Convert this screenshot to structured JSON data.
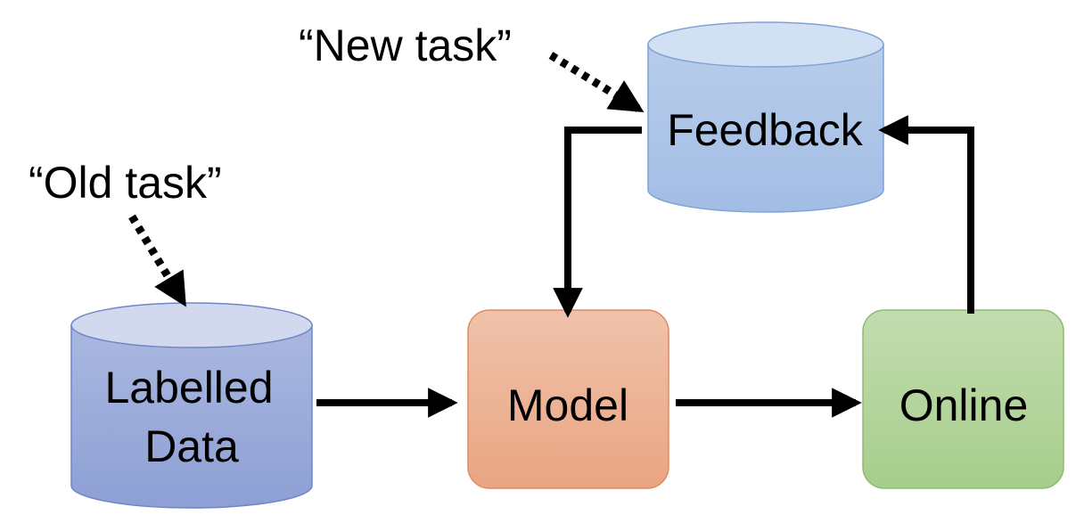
{
  "annotations": {
    "old_task": "“Old task”",
    "new_task": "“New task”"
  },
  "nodes": {
    "labelled_data": {
      "line1": "Labelled",
      "line2": "Data"
    },
    "model": {
      "label": "Model"
    },
    "online": {
      "label": "Online"
    },
    "feedback": {
      "label": "Feedback"
    }
  },
  "colors": {
    "labelled_top": "#d2d9ee",
    "labelled_body": "#98a8d8",
    "feedback_top": "#d1e0f3",
    "feedback_body": "#a9c3e6",
    "model": "#ebab8c",
    "online": "#b3d49c",
    "arrow": "#000000"
  }
}
